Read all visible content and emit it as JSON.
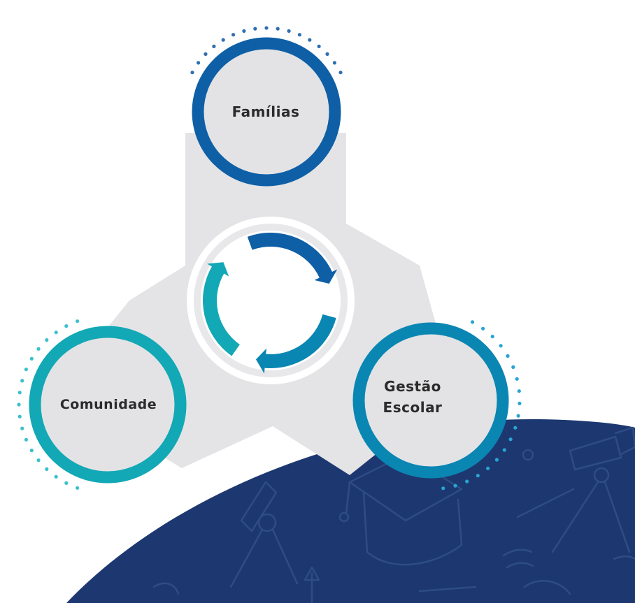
{
  "diagram": {
    "nodes": [
      {
        "id": "familias",
        "label": "Famílias"
      },
      {
        "id": "comunidade",
        "label": "Comunidade"
      },
      {
        "id": "gestao",
        "label_line1": "Gestão",
        "label_line2": "Escolar"
      }
    ],
    "center": {
      "icon": "cycle-arrows-icon"
    }
  },
  "colors": {
    "familias": "#0e5fa6",
    "comunidade": "#12a8b5",
    "gestao": "#0a86b3",
    "connector": "#e4e4e6",
    "node_fill": "#e3e3e5",
    "dots_top": "#2f6fb0",
    "dots_left": "#3bc0cc",
    "dots_right": "#29a4d3",
    "background_globe": "#1d3870",
    "doodle_line": "#2e4c85"
  }
}
